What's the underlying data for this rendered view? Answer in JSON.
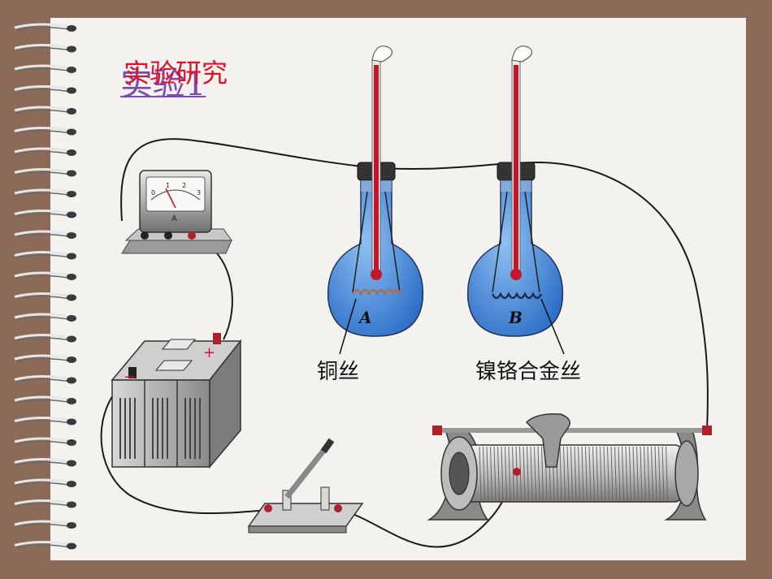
{
  "title": {
    "main": "实验1",
    "overlay": "实验研究"
  },
  "flasks": [
    {
      "letter": "A",
      "wire_label": "铜丝"
    },
    {
      "letter": "B",
      "wire_label": "镍铬合金丝"
    }
  ],
  "ammeter": {
    "symbol": "A",
    "scale": [
      "0",
      "1",
      "2",
      "3"
    ]
  },
  "battery": {
    "plus": "+",
    "minus": "−"
  },
  "colors": {
    "background": "#8b6b58",
    "paper": "#f4f2ef",
    "liquid": "#4a8ee0",
    "thermometer": "#c0172b",
    "title_overlay": "#e0102a",
    "title_main": "#7a4bb0"
  }
}
